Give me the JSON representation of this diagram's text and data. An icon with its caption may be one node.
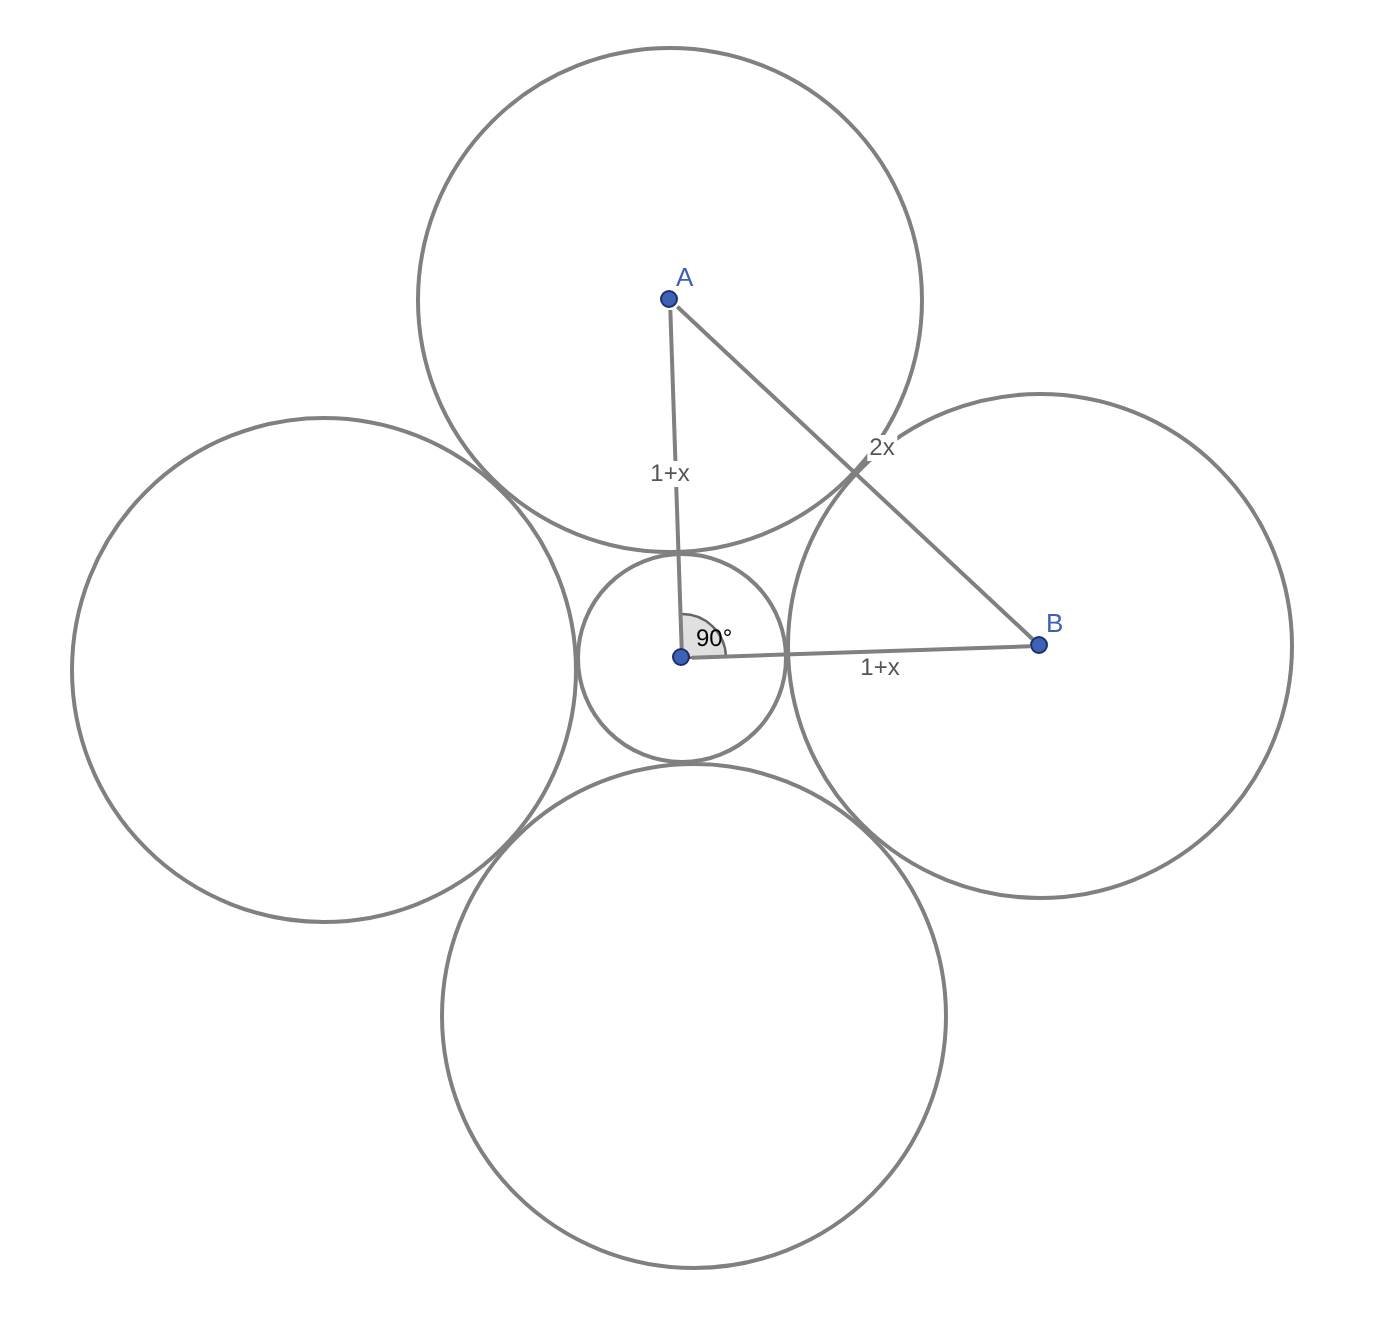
{
  "diagram": {
    "nodes": [
      {
        "text": [
          "A"
        ]
      },
      {
        "text": [
          "B"
        ]
      },
      {
        "text": [],
        "shape": "circle"
      }
    ],
    "edges": [
      {
        "from": 0,
        "to": 2,
        "arrow": "none",
        "label": "1+x"
      },
      {
        "from": 0,
        "to": 1,
        "arrow": "none",
        "label": "2x"
      },
      {
        "from": 2,
        "to": 1,
        "arrow": "none",
        "label": "1+x"
      }
    ],
    "labels": [
      "90°"
    ]
  }
}
